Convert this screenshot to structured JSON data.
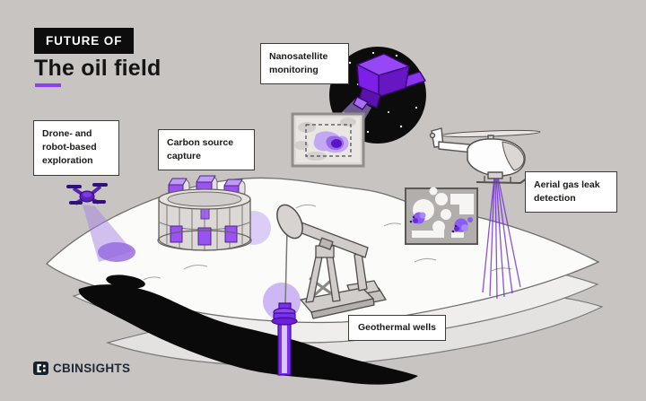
{
  "header": {
    "kicker": "FUTURE OF",
    "title": "The oil field"
  },
  "labels": {
    "drone": "Drone- and robot-based exploration",
    "carbon": "Carbon source capture",
    "nanosatellite": "Nanosatellite monitoring",
    "aerial": "Aerial gas leak detection",
    "geothermal": "Geothermal wells"
  },
  "brand": {
    "name_bold": "CB",
    "name_rest": "INSIGHTS"
  },
  "colors": {
    "accent": "#8a3ffc",
    "background": "#c8c4c2",
    "ink": "#141414",
    "panel_black": "#0d0d0d",
    "purple_bright": "#7d1fe8",
    "terrain_white": "#fbfbfa",
    "oil_black": "#0a0a0a",
    "brand_navy": "#1d2a36"
  }
}
